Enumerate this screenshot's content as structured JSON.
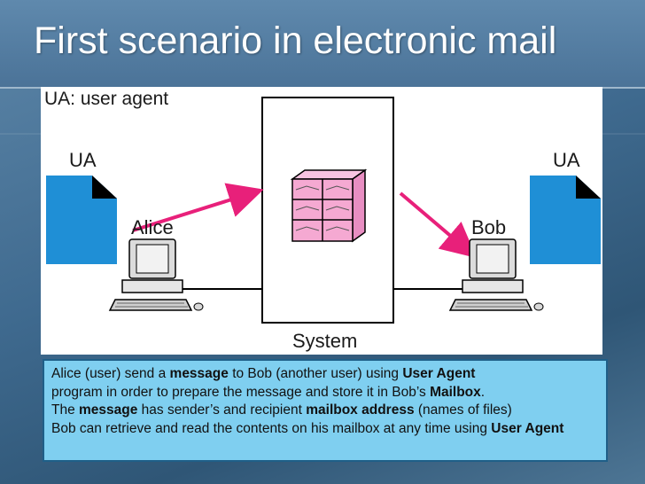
{
  "slide": {
    "title": "First scenario in electronic mail"
  },
  "diagram": {
    "legend": "UA: user agent",
    "left_ua_label": "UA",
    "right_ua_label": "UA",
    "alice_label": "Alice",
    "bob_label": "Bob",
    "system_label": "System",
    "colors": {
      "arrow": "#e8207a",
      "mailbox_face": "#f5a9d2",
      "mailbox_side": "#e88ec2",
      "document": "#1f8fd6"
    }
  },
  "description": {
    "line1": {
      "a": "Alice (user) send a ",
      "b": "message",
      "c": " to Bob (another user) using ",
      "d": "User Agent"
    },
    "line2": {
      "a": "program in order to prepare the message and store it in Bob’s ",
      "b": "Mailbox",
      "c": "."
    },
    "line3": {
      "a": "The ",
      "b": "message",
      "c": " has sender’s and recipient ",
      "d": "mailbox address",
      "e": " (names of files)"
    },
    "line4": {
      "a": "Bob can retrieve and read the contents on his mailbox at any time using ",
      "b": "User Agent"
    }
  }
}
